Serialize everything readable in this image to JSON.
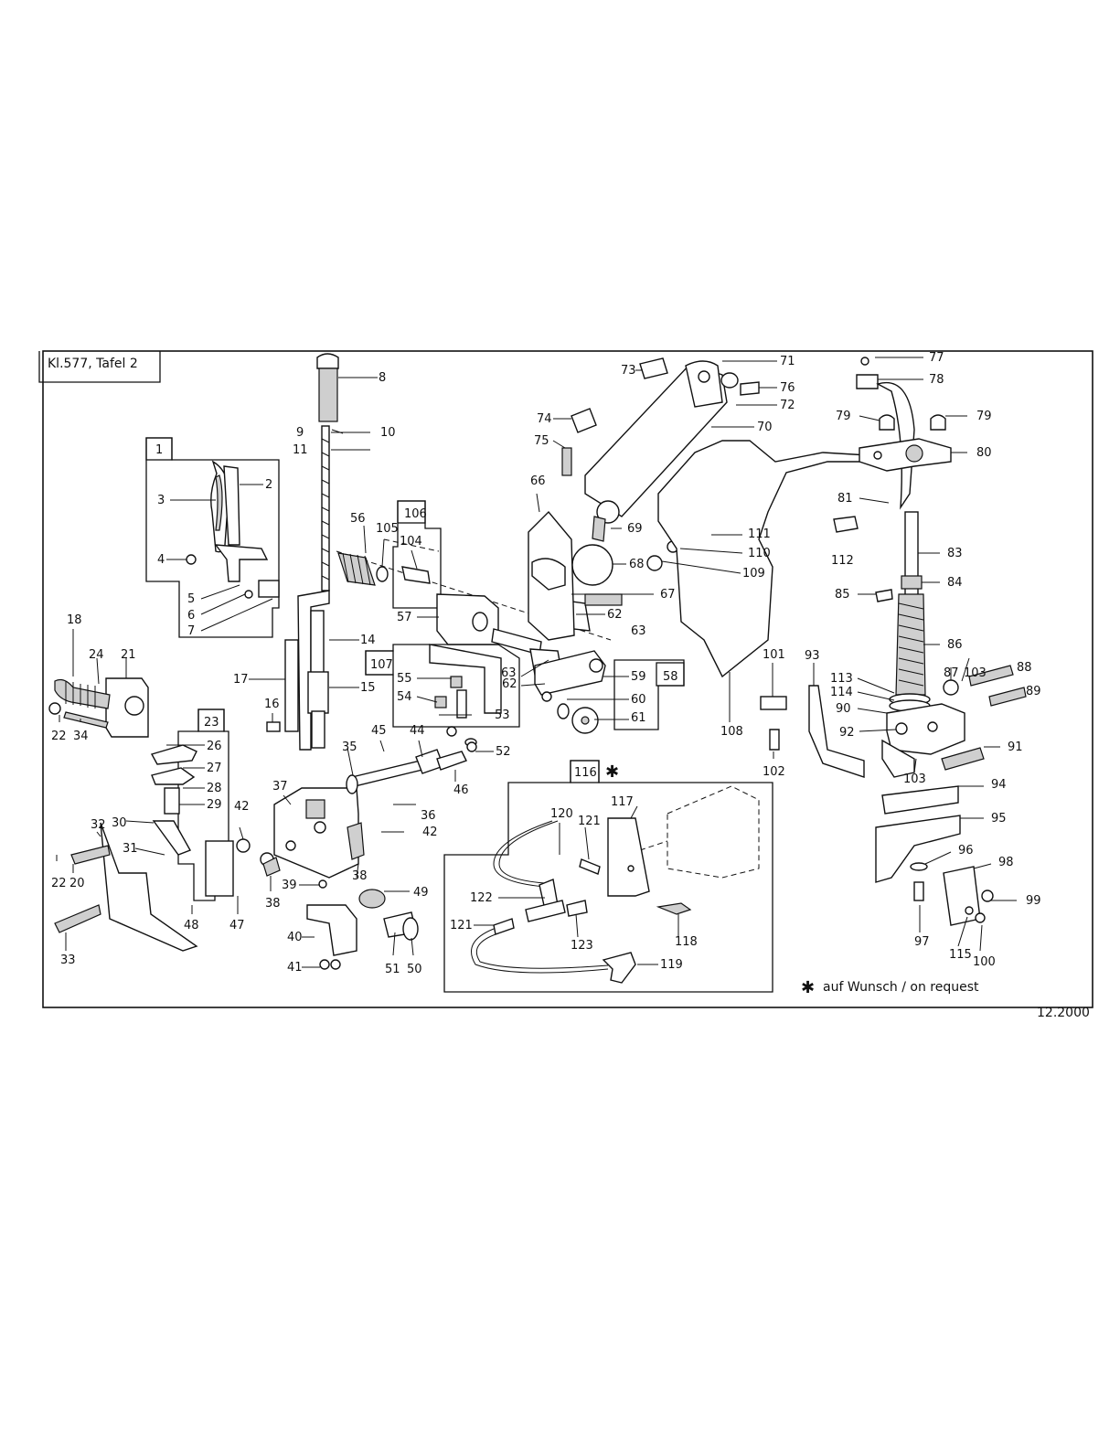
{
  "sheet": {
    "title": "Kl.577, Tafel 2",
    "date": "12.2000",
    "note": "auf Wunsch / on request",
    "note_symbol": "✱"
  },
  "group_labels": [
    "1",
    "23",
    "106",
    "107",
    "58",
    "116"
  ],
  "part_labels": [
    "2",
    "3",
    "4",
    "5",
    "6",
    "7",
    "8",
    "9",
    "10",
    "11",
    "14",
    "15",
    "16",
    "17",
    "18",
    "20",
    "21",
    "22",
    "22",
    "24",
    "26",
    "27",
    "28",
    "29",
    "30",
    "31",
    "32",
    "33",
    "34",
    "35",
    "36",
    "37",
    "38",
    "38",
    "39",
    "40",
    "41",
    "42",
    "42",
    "44",
    "45",
    "46",
    "47",
    "48",
    "49",
    "50",
    "51",
    "52",
    "53",
    "54",
    "55",
    "56",
    "57",
    "59",
    "60",
    "61",
    "62",
    "62",
    "63",
    "63",
    "66",
    "67",
    "68",
    "69",
    "70",
    "71",
    "72",
    "73",
    "74",
    "75",
    "76",
    "77",
    "78",
    "79",
    "79",
    "80",
    "81",
    "83",
    "84",
    "85",
    "86",
    "87",
    "88",
    "89",
    "90",
    "91",
    "92",
    "93",
    "94",
    "95",
    "96",
    "97",
    "98",
    "99",
    "100",
    "101",
    "102",
    "103",
    "103",
    "104",
    "105",
    "108",
    "109",
    "110",
    "111",
    "112",
    "113",
    "114",
    "115",
    "117",
    "118",
    "119",
    "120",
    "121",
    "121",
    "122",
    "123"
  ]
}
